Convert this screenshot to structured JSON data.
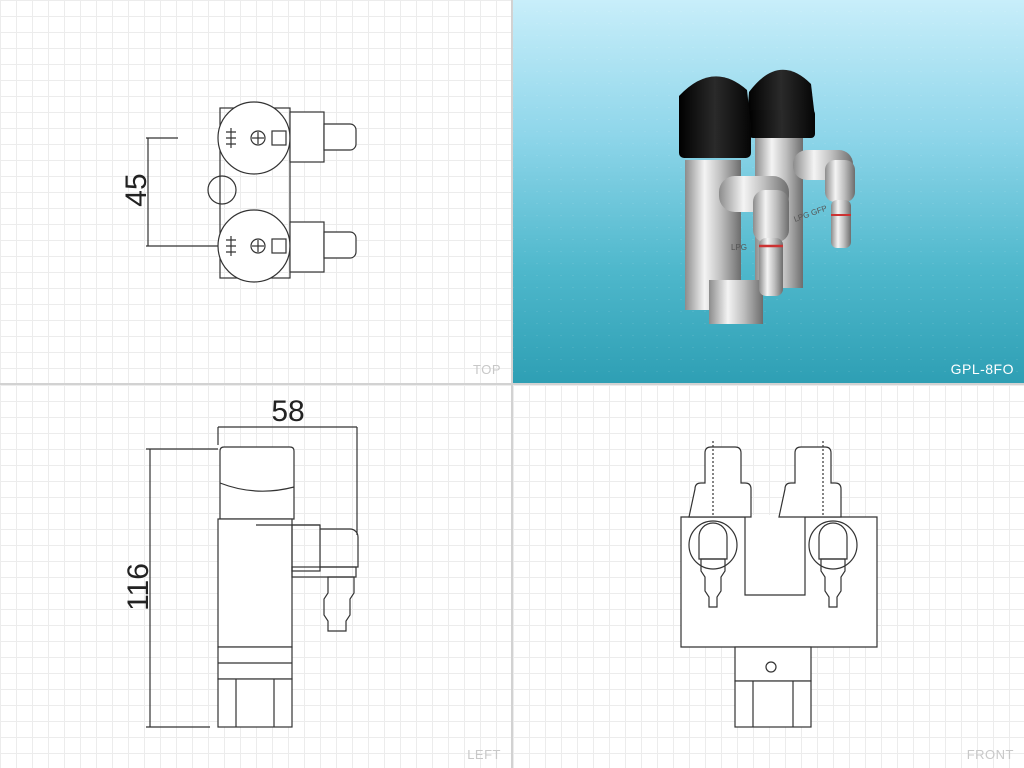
{
  "views": {
    "top": {
      "label": "TOP",
      "dimension": "45"
    },
    "photo": {
      "label": "GPL-8FO",
      "valve_text_left": "LPG",
      "valve_text_right": "LPG GFP"
    },
    "left": {
      "label": "LEFT",
      "width_dimension": "58",
      "height_dimension": "116"
    },
    "front": {
      "label": "FRONT"
    }
  },
  "colors": {
    "line": "#333333",
    "photo_top": "#c8eefa",
    "photo_bottom": "#2e9fb4",
    "knob": "#111111",
    "chrome": "#d9d9d9"
  }
}
